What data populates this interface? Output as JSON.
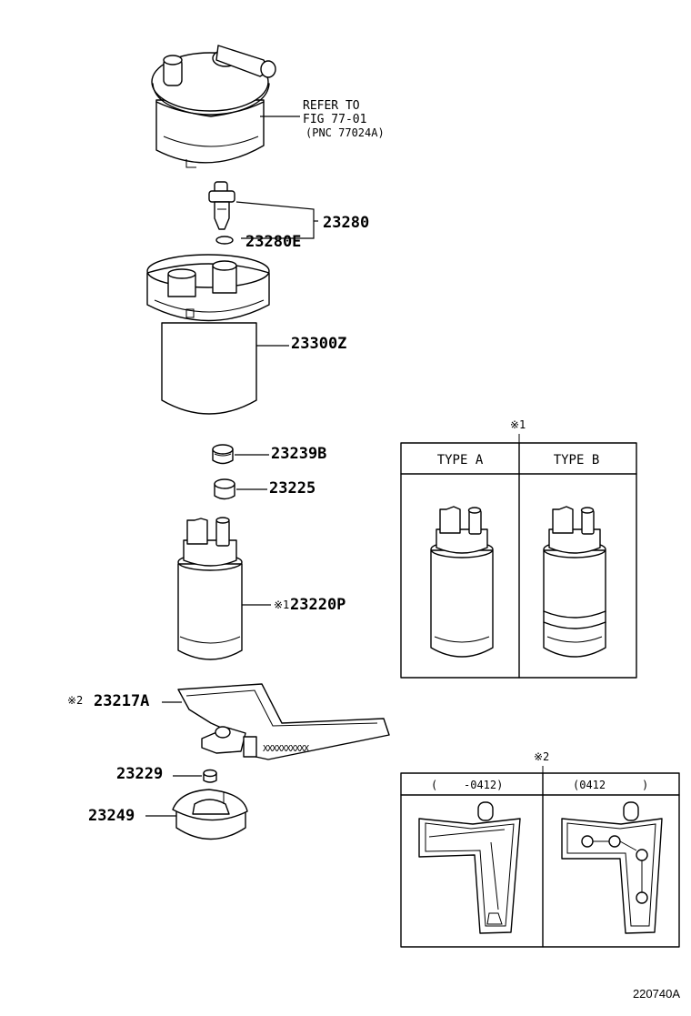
{
  "diagram": {
    "code": "220740A",
    "reference": {
      "line1": "REFER TO",
      "line2": "FIG 77-01",
      "line3": "(PNC 77024A)"
    },
    "parts": {
      "p23280": "23280",
      "p23280E": "23280E",
      "p23300Z": "23300Z",
      "p23239B": "23239B",
      "p23225": "23225",
      "p23220P": "23220P",
      "p23220P_mark": "※1",
      "p23217A": "23217A",
      "p23217A_mark": "※2",
      "p23229": "23229",
      "p23249": "23249"
    },
    "inset1": {
      "mark": "※1",
      "col_a": "TYPE A",
      "col_b": "TYPE B"
    },
    "inset2": {
      "mark": "※2",
      "col_a_open": "(",
      "col_a_val": "-0412)",
      "col_b_val": "(0412",
      "col_b_close": ")",
      "gasket_marking": "XXXXXXXXXX"
    }
  }
}
